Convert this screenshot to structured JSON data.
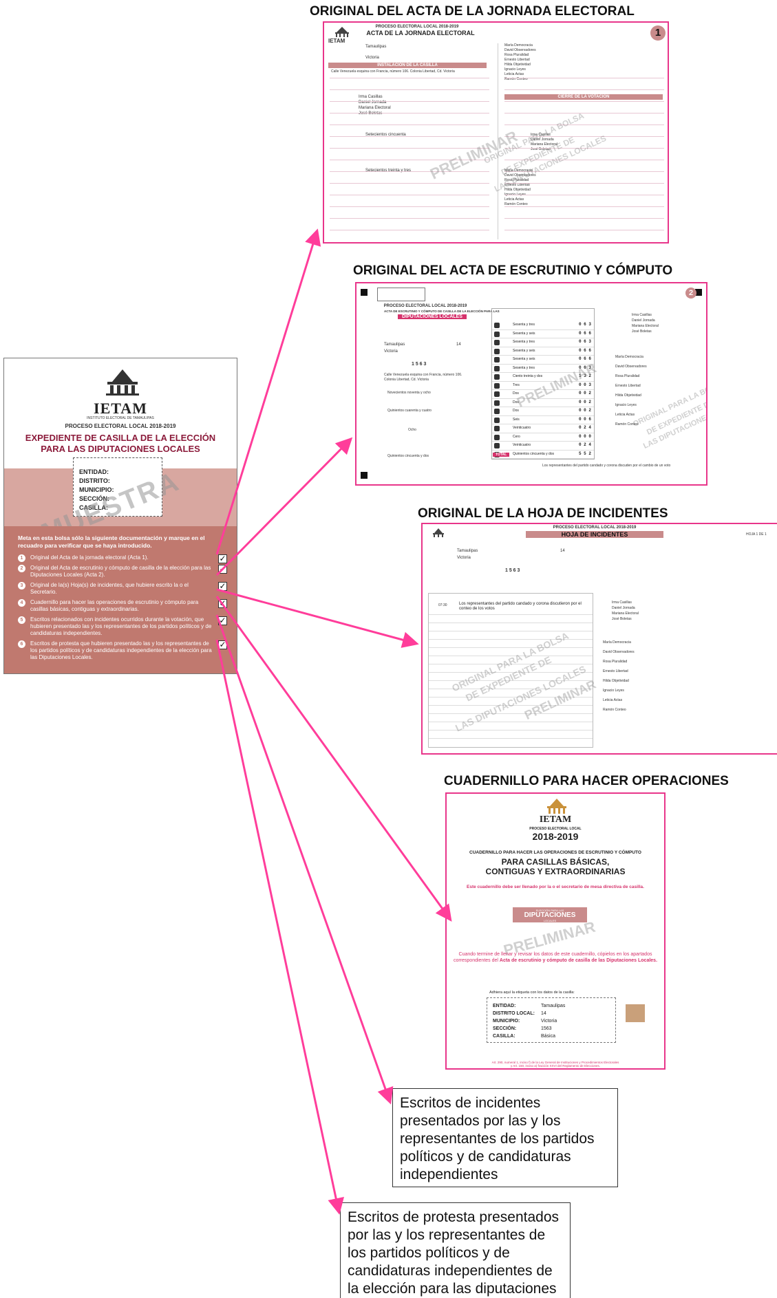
{
  "envelope": {
    "logo": "IETAM",
    "logo_sub": "INSTITUTO ELECTORAL DE TAMAULIPAS",
    "process": "PROCESO ELECTORAL LOCAL 2018-2019",
    "title_line1": "EXPEDIENTE DE CASILLA DE LA ELECCIÓN",
    "title_line2": "PARA LAS DIPUTACIONES LOCALES",
    "fields": [
      "ENTIDAD:",
      "DISTRITO:",
      "MUNICIPIO:",
      "SECCIÓN:",
      "CASILLA:"
    ],
    "watermark": "MUESTRA",
    "instruction": "Meta en esta bolsa sólo la siguiente documentación y marque en el recuadro para verificar que se haya introducido.",
    "items": [
      {
        "num": "1",
        "text": "Original del Acta de la jornada electoral (Acta 1)."
      },
      {
        "num": "2",
        "text": "Original del Acta de escrutinio y cómputo de casilla de la elección para las Diputaciones Locales (Acta 2)."
      },
      {
        "num": "3",
        "text": "Original de la(s) Hoja(s) de incidentes, que hubiere escrito la o el Secretario."
      },
      {
        "num": "4",
        "text": "Cuadernillo para hacer las operaciones de escrutinio y cómputo para casillas básicas, contiguas y extraordinarias."
      },
      {
        "num": "5",
        "text": "Escritos relacionados con incidentes ocurridos durante la votación, que hubieren presentado las y los representantes de los partidos políticos y de candidaturas independientes."
      },
      {
        "num": "6",
        "text": "Escritos de protesta que hubieren presentado las y los representantes de los partidos políticos y de candidaturas independientes de la elección para las Diputaciones Locales."
      }
    ],
    "check": "✓"
  },
  "sections": {
    "acta1_title": "ORIGINAL DEL ACTA DE LA JORNADA ELECTORAL",
    "acta2_title": "ORIGINAL DEL ACTA DE ESCRUTINIO Y CÓMPUTO",
    "hoja_title": "ORIGINAL DE LA HOJA DE INCIDENTES",
    "cuad_title": "CUADERNILLO PARA HACER OPERACIONES"
  },
  "acta1": {
    "process": "PROCESO ELECTORAL LOCAL 2018-2019",
    "heading": "ACTA DE LA JORNADA ELECTORAL",
    "badge": "1",
    "state": "Tamaulipas",
    "municipality": "Victoria",
    "section_band": "INSTALACIÓN DE LA CASILLA",
    "address": "Calle Venezuela esquina con Francia, número 106. Colonia Libertad, Cd. Victoria",
    "officials": [
      "Irma Casillas",
      "Daniel Jornada",
      "Mariana Electoral",
      "José Boletas"
    ],
    "reps": [
      "María Democracia",
      "David Observadores",
      "Rosa Pluralidad",
      "Ernesto Libertad",
      "Hilda Objetividad",
      "Ignacio Leyes",
      "Leticia Actas",
      "Ramón Conteo"
    ],
    "amount": "Setecientos cincuenta",
    "amount2": "Setecientos treinta y tres",
    "band2": "CIERRE DE LA VOTACIÓN",
    "watermark1": "PRELIMINAR",
    "watermark2": "ORIGINAL PARA LA BOLSA",
    "watermark3": "DE EXPEDIENTE DE",
    "watermark4": "LAS DIPUTACIONES LOCALES"
  },
  "acta2": {
    "process": "PROCESO ELECTORAL LOCAL 2018-2019",
    "heading": "ACTA DE ESCRUTINIO Y CÓMPUTO DE CASILLA DE LA ELECCIÓN PARA LAS",
    "band": "DIPUTACIONES LOCALES",
    "badge": "2",
    "state": "Tamaulipas",
    "municipality": "Victoria",
    "district": "14",
    "section": "1 5 6 3",
    "address": "Calle Venezuela esquina con Francia, número 106.",
    "colony": "Colonia Libertad, Cd. Victoria",
    "total1": "Quinientos cuarenta y cuatro",
    "total2": "Novecientos noventa y ocho",
    "total3": "Ocho",
    "total4": "Quinientos cincuenta y dos",
    "rows": [
      {
        "label": "Sesenta y tres",
        "v": "0 6 3"
      },
      {
        "label": "Sesenta y seis",
        "v": "0 6 6"
      },
      {
        "label": "Sesenta y tres",
        "v": "0 6 3"
      },
      {
        "label": "Sesenta y seis",
        "v": "0 6 6"
      },
      {
        "label": "Sesenta y seis",
        "v": "0 6 6"
      },
      {
        "label": "Sesenta y tres",
        "v": "0 6 3"
      },
      {
        "label": "Ciento treinta y dos",
        "v": "1 3 2"
      },
      {
        "label": "Tres",
        "v": "0 0 3"
      },
      {
        "label": "Dos",
        "v": "0 0 2"
      },
      {
        "label": "Dos",
        "v": "0 0 2"
      },
      {
        "label": "Dos",
        "v": "0 0 2"
      },
      {
        "label": "Seis",
        "v": "0 0 6"
      },
      {
        "label": "Veinticuatro",
        "v": "0 2 4"
      },
      {
        "label": "Cero",
        "v": "0 0 0"
      },
      {
        "label": "Veinticuatro",
        "v": "0 2 4"
      },
      {
        "label": "Quinientos cincuenta y dos",
        "v": "5 5 2"
      }
    ],
    "total_label": "TOTAL",
    "reps": [
      "María Democracia",
      "David Observadores",
      "Rosa Pluralidad",
      "Ernesto Libertad",
      "Hilda Objetividad",
      "Ignacio Leyes",
      "Leticia Actas",
      "Ramón Conteo"
    ],
    "officials": [
      "Irma Casillas",
      "Daniel Jornada",
      "Mariana Electoral",
      "José Boletas"
    ],
    "note": "Los representantes del partido candado y corona discuden por el cambio de un voto",
    "watermark1": "PRELIMINAR",
    "watermark2": "ORIGINAL PARA LA BOLSA",
    "watermark3": "DE EXPEDIENTE DE",
    "watermark4": "LAS DIPUTACIONES LOCALES"
  },
  "hoja": {
    "process": "PROCESO ELECTORAL LOCAL 2018-2019",
    "heading": "HOJA DE INCIDENTES",
    "page": "HOJA   1   DE   1",
    "state": "Tamaulipas",
    "municipality": "Victoria",
    "district": "14",
    "section": "1 5 6 3",
    "incident_time": "07:30",
    "incident_text": "Los representantes del partido candado y corona discutieron por el conteo de los votos",
    "officials": [
      "Irma Casillas",
      "Daniel Jornada",
      "Mariana Electoral",
      "José Boletas"
    ],
    "reps": [
      "María Democracia",
      "David Observadores",
      "Rosa Pluralidad",
      "Ernesto Libertad",
      "Hilda Objetividad",
      "Ignacio Leyes",
      "Leticia Actas",
      "Ramón Conteo"
    ],
    "watermark1": "ORIGINAL PARA LA BOLSA",
    "watermark2": "DE EXPEDIENTE DE",
    "watermark3": "LAS DIPUTACIONES LOCALES",
    "watermark4": "PRELIMINAR"
  },
  "cuad": {
    "logo": "IETAM",
    "process": "PROCESO ELECTORAL LOCAL",
    "year": "2018-2019",
    "line1": "CUADERNILLO PARA HACER LAS OPERACIONES DE ESCRUTINIO Y CÓMPUTO",
    "line2": "PARA CASILLAS BÁSICAS,",
    "line3": "CONTIGUAS Y EXTRAORDINARIAS",
    "red_note": "Este cuadernillo debe ser llenado por la o el secretario de mesa directiva de casilla.",
    "badge_small": "ELECCIÓN PARA LAS",
    "badge": "DIPUTACIONES",
    "badge_sub": "LOCALES",
    "watermark": "PRELIMINAR",
    "instr_a": "Cuando termine de llenar y revisar los datos de este cuadernillo, cópielos en los apartados",
    "instr_b": "correspondientes del ",
    "instr_c": "Acta de escrutinio y cómputo de casilla de las Diputaciones Locales.",
    "sticker": "Adhiera aquí la etiqueta con los datos de la casilla:",
    "labels": [
      "ENTIDAD:",
      "DISTRITO LOCAL:",
      "MUNICIPIO:",
      "SECCIÓN:",
      "CASILLA:"
    ],
    "values": [
      "Tamaulipas",
      "14",
      "Victoria",
      "1563",
      "Básica"
    ],
    "footer1": "Art. 290, numeral 1, inciso f) de la Ley General de Instituciones y Procedimientos Electorales",
    "footer2": "y Art. 150, inciso a) fracción XXVI del Reglamento de Elecciones."
  },
  "boxes": {
    "incidentes": "Escritos de incidentes presentados por las y los representantes de los partidos políticos y de candidaturas independientes",
    "protesta": "Escritos de protesta presentados por las y los representantes de los partidos políticos y de candidaturas independientes de la elección para las diputaciones locales"
  },
  "colors": {
    "arrow": "#ff3d9a",
    "accent": "#d6336c",
    "envelope": "#c0796f"
  }
}
